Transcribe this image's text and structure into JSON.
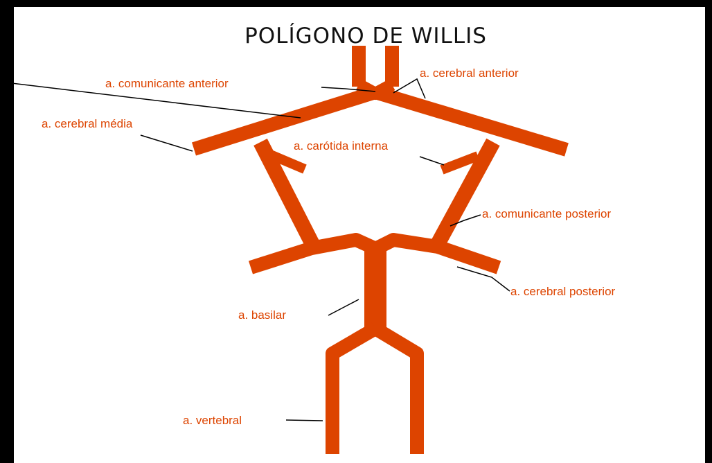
{
  "title": "POLÍGONO DE WILLIS",
  "labels": {
    "comunicante_anterior": "a. comunicante anterior",
    "cerebral_anterior": "a. cerebral anterior",
    "cerebral_media": "a. cerebral média",
    "carotida_interna": "a. carótida interna",
    "comunicante_posterior": "a. comunicante posterior",
    "cerebral_posterior": "a. cerebral posterior",
    "basilar": "a. basilar",
    "vertebral": "a. vertebral"
  },
  "colors": {
    "artery": "#dd4400",
    "label": "#dd4400",
    "leader": "#000000",
    "background": "#000000",
    "panel": "#ffffff"
  }
}
